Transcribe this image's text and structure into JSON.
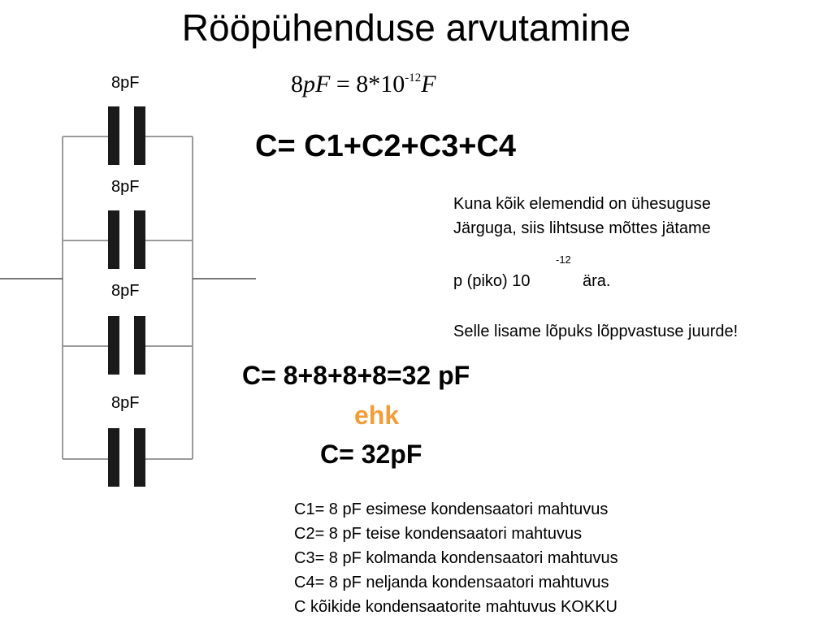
{
  "title": "Rööpühenduse arvutamine",
  "capacitor_labels": [
    "8pF",
    "8pF",
    "8pF",
    "8pF"
  ],
  "unit_formula": {
    "lhs_num": "8",
    "lhs_unit": "pF",
    "equals": "=",
    "rhs": "8*10",
    "exponent": "-12",
    "rhs_unit": "F"
  },
  "sum_formula": "C= C1+C2+C3+C4",
  "note": {
    "line1": "Kuna kõik elemendid on ühesuguse",
    "line2": "Järguga, siis lihtsuse mõttes jätame",
    "exponent": "-12",
    "line3_prefix": "p (piko) 10",
    "line3_suffix": "ära.",
    "line4": "Selle lisame lõpuks lõppvastuse juurde!"
  },
  "result_line": "C= 8+8+8+8=32 pF",
  "ehk": "ehk",
  "ehk_color": "#F39C3A",
  "final_result": "C= 32pF",
  "definitions": [
    "C1= 8 pF esimese kondensaatori mahtuvus",
    "C2= 8 pF teise kondensaatori mahtuvus",
    "C3= 8 pF kolmanda kondensaatori mahtuvus",
    "C4= 8 pF neljanda kondensaatori mahtuvus",
    "C kõikide kondensaatorite mahtuvus KOKKU"
  ],
  "colors": {
    "wire": "#9A9A9A",
    "lead": "#4A4A4A",
    "plate": "#1A1A1A"
  }
}
